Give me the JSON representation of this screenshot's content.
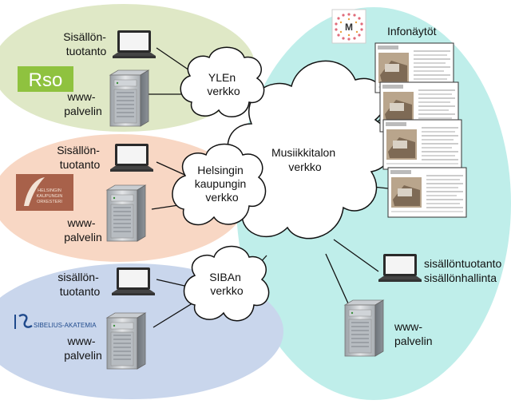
{
  "colors": {
    "yle_region": "#dfe8c6",
    "hko_region": "#f8d7c4",
    "siba_region": "#c9d6ec",
    "musiikkitalo_region": "#bfeeea",
    "rso_logo_bg": "#8fc23f",
    "hko_logo_bg": "#a8614a",
    "siba_logo_blue": "#1f4a8c"
  },
  "regions": {
    "yle": {
      "logo": "Rso",
      "cloud": [
        "YLEn",
        "verkko"
      ],
      "content_label": [
        "Sisällön-",
        "tuotanto"
      ],
      "server_label": [
        "www-",
        "palvelin"
      ]
    },
    "hko": {
      "logo": [
        "HELSINGIN",
        "KAUPUNGIN",
        "ORKESTERI"
      ],
      "cloud": [
        "Helsingin",
        "kaupungin",
        "verkko"
      ],
      "content_label": [
        "Sisällön-",
        "tuotanto"
      ],
      "server_label": [
        "www-",
        "palvelin"
      ]
    },
    "siba": {
      "logo": "SIBELIUS-AKATEMIA",
      "cloud": [
        "SIBAn",
        "verkko"
      ],
      "content_label": [
        "sisällön-",
        "tuotanto"
      ],
      "server_label": [
        "www-",
        "palvelin"
      ]
    },
    "musiikkitalo": {
      "cloud": [
        "Musiikkitalon",
        "verkko"
      ],
      "logo_letter": "M",
      "infoscreens_label": "Infonäytöt",
      "content_label": [
        "sisällöntuotanto",
        "sisällönhallinta"
      ],
      "server_label": [
        "www-",
        "palvelin"
      ]
    }
  }
}
